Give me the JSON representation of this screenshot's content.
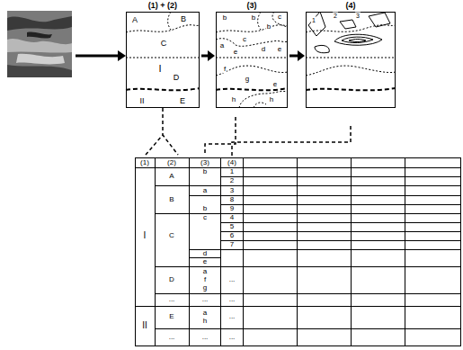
{
  "diagram": {
    "nodes": [
      {
        "text": [
          "(1) + (2)"
        ]
      },
      {
        "text": [
          "(3)"
        ]
      },
      {
        "text": [
          "(4)"
        ]
      }
    ],
    "edges": [
      {
        "from": 0,
        "to": 1,
        "arrow": "to"
      },
      {
        "from": 1,
        "to": 2,
        "arrow": "to"
      }
    ],
    "labels": [
      "A",
      "B",
      "C",
      "I",
      "D",
      "II",
      "E",
      "b",
      "b",
      "c",
      "b",
      "a",
      "c",
      "d",
      "e",
      "e",
      "f",
      "g",
      "e",
      "h",
      "h",
      "1",
      "2",
      "3",
      "(1)",
      "(2)",
      "(3)",
      "(4)",
      "I",
      "A",
      "b",
      "1",
      "2",
      "B",
      "a",
      "3",
      "8",
      "b",
      "9",
      "C",
      "c",
      "4",
      "5",
      "6",
      "7",
      "d",
      "e",
      "D",
      "a",
      "f",
      "g",
      "...",
      "...",
      "...",
      "...",
      "II",
      "E",
      "a",
      "h",
      "...",
      "...",
      "...",
      "..."
    ]
  }
}
